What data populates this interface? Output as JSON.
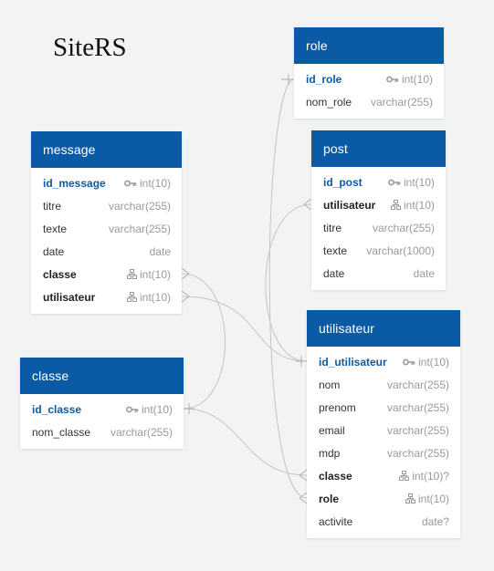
{
  "diagram_title": "SiteRS",
  "tables": {
    "role": {
      "name": "role",
      "fields": [
        {
          "name": "id_role",
          "type": "int(10)",
          "kind": "pk"
        },
        {
          "name": "nom_role",
          "type": "varchar(255)",
          "kind": "normal"
        }
      ]
    },
    "post": {
      "name": "post",
      "fields": [
        {
          "name": "id_post",
          "type": "int(10)",
          "kind": "pk"
        },
        {
          "name": "utilisateur",
          "type": "int(10)",
          "kind": "fk"
        },
        {
          "name": "titre",
          "type": "varchar(255)",
          "kind": "normal"
        },
        {
          "name": "texte",
          "type": "varchar(1000)",
          "kind": "normal"
        },
        {
          "name": "date",
          "type": "date",
          "kind": "normal"
        }
      ]
    },
    "message": {
      "name": "message",
      "fields": [
        {
          "name": "id_message",
          "type": "int(10)",
          "kind": "pk"
        },
        {
          "name": "titre",
          "type": "varchar(255)",
          "kind": "normal"
        },
        {
          "name": "texte",
          "type": "varchar(255)",
          "kind": "normal"
        },
        {
          "name": "date",
          "type": "date",
          "kind": "normal"
        },
        {
          "name": "classe",
          "type": "int(10)",
          "kind": "fk"
        },
        {
          "name": "utilisateur",
          "type": "int(10)",
          "kind": "fk"
        }
      ]
    },
    "classe": {
      "name": "classe",
      "fields": [
        {
          "name": "id_classe",
          "type": "int(10)",
          "kind": "pk"
        },
        {
          "name": "nom_classe",
          "type": "varchar(255)",
          "kind": "normal"
        }
      ]
    },
    "utilisateur": {
      "name": "utilisateur",
      "fields": [
        {
          "name": "id_utilisateur",
          "type": "int(10)",
          "kind": "pk"
        },
        {
          "name": "nom",
          "type": "varchar(255)",
          "kind": "normal"
        },
        {
          "name": "prenom",
          "type": "varchar(255)",
          "kind": "normal"
        },
        {
          "name": "email",
          "type": "varchar(255)",
          "kind": "normal"
        },
        {
          "name": "mdp",
          "type": "varchar(255)",
          "kind": "normal"
        },
        {
          "name": "classe",
          "type": "int(10)?",
          "kind": "fk"
        },
        {
          "name": "role",
          "type": "int(10)",
          "kind": "fk"
        },
        {
          "name": "activite",
          "type": "date?",
          "kind": "normal"
        }
      ]
    }
  },
  "relationships": [
    {
      "from": "post.utilisateur",
      "to": "utilisateur.id_utilisateur"
    },
    {
      "from": "message.classe",
      "to": "classe.id_classe"
    },
    {
      "from": "message.utilisateur",
      "to": "utilisateur.id_utilisateur"
    },
    {
      "from": "utilisateur.classe",
      "to": "classe.id_classe"
    },
    {
      "from": "utilisateur.role",
      "to": "role.id_role"
    }
  ],
  "colors": {
    "header": "#0b5aa6",
    "pk_text": "#0b5aa6",
    "type_text": "#9a9a9a",
    "connector": "#c4c4c4",
    "background": "#f2f4f4"
  }
}
